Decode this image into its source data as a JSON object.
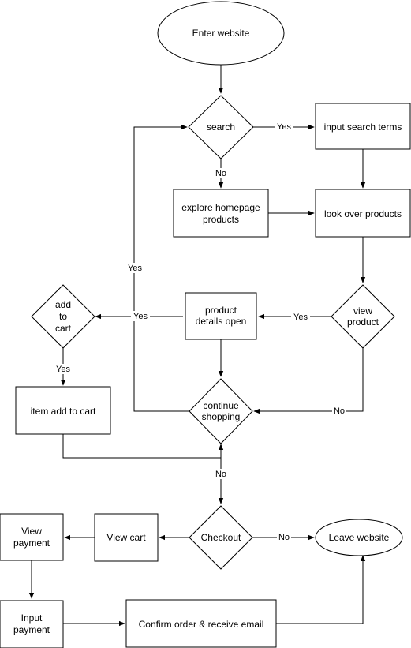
{
  "nodes": {
    "enter_website": "Enter website",
    "search": "search",
    "input_search_terms": "input search terms",
    "explore_homepage": [
      "explore homepage",
      "products"
    ],
    "look_over_products": "look over products",
    "view_product": [
      "view",
      "product"
    ],
    "product_details": [
      "product",
      "details open"
    ],
    "add_to_cart": [
      "add",
      "to",
      "cart"
    ],
    "item_added": "item add to cart",
    "continue_shopping": [
      "continue",
      "shopping"
    ],
    "checkout": "Checkout",
    "view_cart": "View cart",
    "view_payment": [
      "View",
      "payment"
    ],
    "input_payment": [
      "Input",
      "payment"
    ],
    "confirm_order": "Confirm order & receive email",
    "leave_website": "Leave website"
  },
  "edge_labels": {
    "search_yes": "Yes",
    "search_no": "No",
    "continue_yes": "Yes",
    "view_product_yes": "Yes",
    "details_yes": "Yes",
    "details_no": "No",
    "view_product_no": "No",
    "add_to_cart_yes": "Yes",
    "continue_no": "No",
    "checkout_no": "No"
  }
}
